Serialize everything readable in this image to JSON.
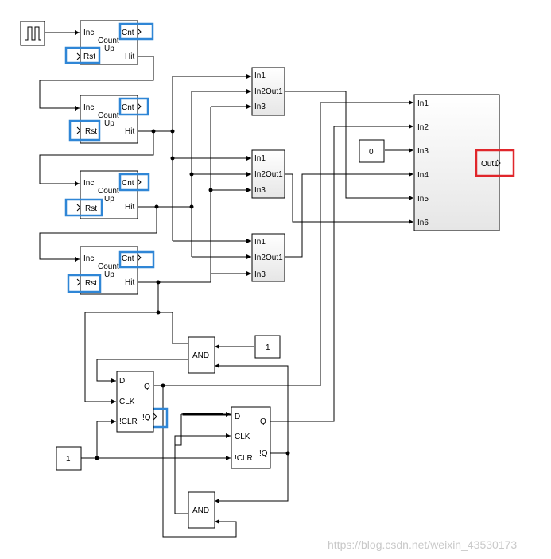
{
  "counters": [
    {
      "inc": "Inc",
      "title1": "Count",
      "title2": "Up",
      "cnt": "Cnt",
      "rst": "Rst",
      "hit": "Hit"
    },
    {
      "inc": "Inc",
      "title1": "Count",
      "title2": "Up",
      "cnt": "Cnt",
      "rst": "Rst",
      "hit": "Hit"
    },
    {
      "inc": "Inc",
      "title1": "Count",
      "title2": "Up",
      "cnt": "Cnt",
      "rst": "Rst",
      "hit": "Hit"
    },
    {
      "inc": "Inc",
      "title1": "Count",
      "title2": "Up",
      "cnt": "Cnt",
      "rst": "Rst",
      "hit": "Hit"
    }
  ],
  "selectors": [
    {
      "in1": "In1",
      "in2": "In2",
      "in3": "In3",
      "out": "Out1"
    },
    {
      "in1": "In1",
      "in2": "In2",
      "in3": "In3",
      "out": "Out1"
    },
    {
      "in1": "In1",
      "in2": "In2",
      "in3": "In3",
      "out": "Out1"
    }
  ],
  "big_block": {
    "inputs": [
      "In1",
      "In2",
      "In3",
      "In4",
      "In5",
      "In6"
    ],
    "out": "Out1"
  },
  "constants": {
    "zero": "0",
    "one_and": "1",
    "one_clr": "1"
  },
  "and_gates": {
    "top": "AND",
    "bottom": "AND"
  },
  "flipflops": [
    {
      "d": "D",
      "q": "Q",
      "clk": "CLK",
      "nq": "!Q",
      "clr": "!CLR"
    },
    {
      "d": "D",
      "q": "Q",
      "clk": "CLK",
      "nq": "!Q",
      "clr": "!CLR"
    }
  ],
  "watermark": "https://blog.csdn.net/weixin_43530173"
}
